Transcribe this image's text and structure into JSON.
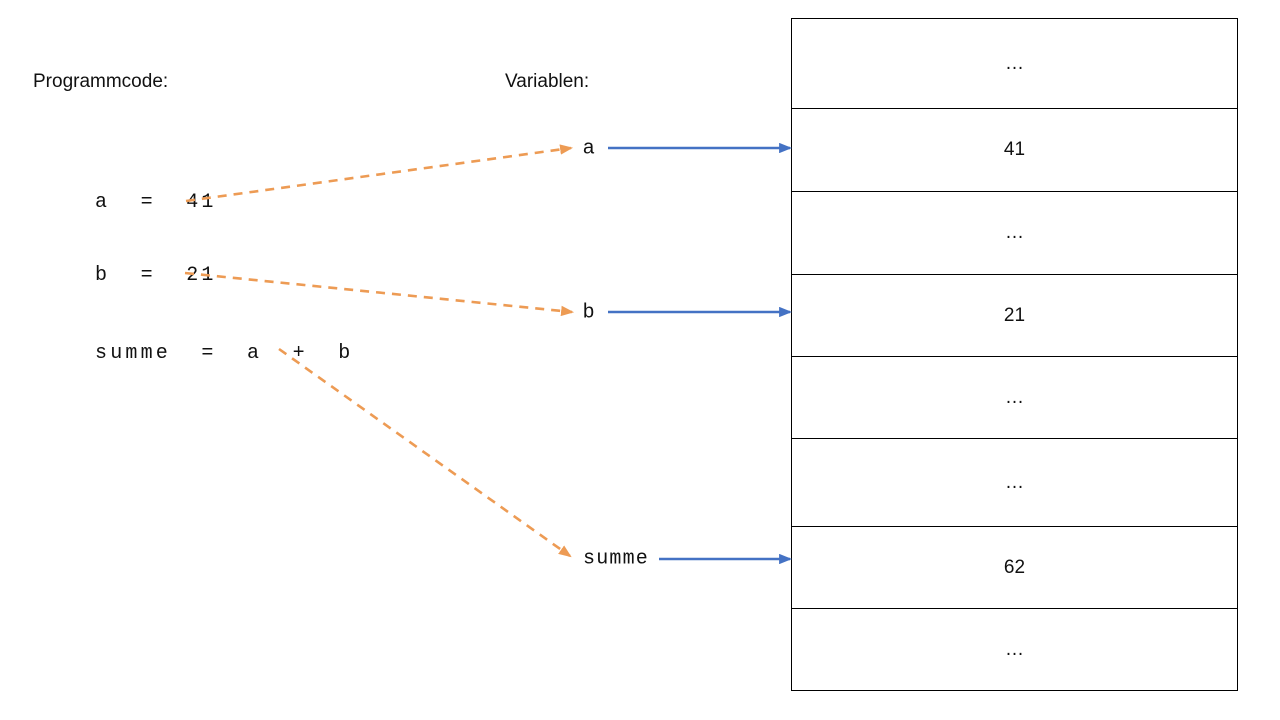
{
  "headings": {
    "programmcode": "Programmcode:",
    "variablen": "Variablen:"
  },
  "code": {
    "lines": [
      "a  =  41",
      "b  =  21",
      "summe  =  a  +  b"
    ]
  },
  "variables": [
    {
      "name": "a",
      "value": "41"
    },
    {
      "name": "b",
      "value": "21"
    },
    {
      "name": "summe",
      "value": "62"
    }
  ],
  "memory": {
    "cells": [
      "…",
      "41",
      "…",
      "21",
      "…",
      "…",
      "62",
      "…"
    ]
  },
  "colors": {
    "arrow_orange": "#ED9B54",
    "arrow_blue": "#4472C4",
    "cell_border": "#000000",
    "text": "#111111",
    "background": "#FFFFFF"
  },
  "arrows": {
    "orange": [
      {
        "label": "code-a-to-var-a",
        "from": "a = 41",
        "to": "a"
      },
      {
        "label": "code-b-to-var-b",
        "from": "b = 21",
        "to": "b"
      },
      {
        "label": "code-summe-to-var-summe",
        "from": "summe = a + b",
        "to": "summe"
      }
    ],
    "blue": [
      {
        "label": "var-a-to-cell-41",
        "from": "a",
        "to": "41"
      },
      {
        "label": "var-b-to-cell-21",
        "from": "b",
        "to": "21"
      },
      {
        "label": "var-summe-to-cell-62",
        "from": "summe",
        "to": "62"
      }
    ]
  }
}
